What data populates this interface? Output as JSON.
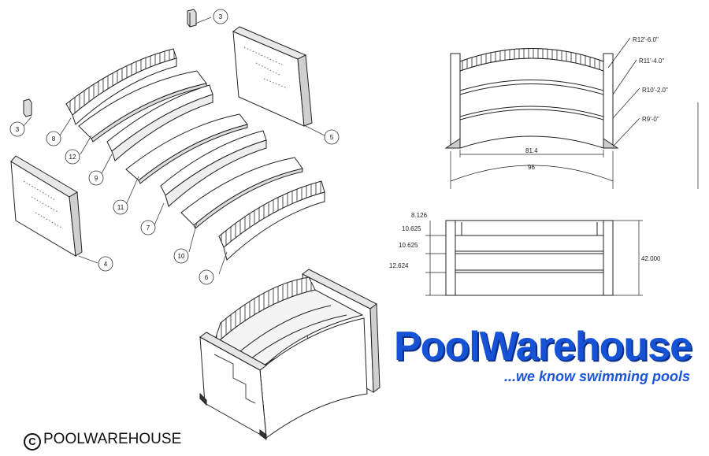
{
  "callouts": [
    "3",
    "3",
    "4",
    "5",
    "6",
    "7",
    "8",
    "9",
    "10",
    "11",
    "12"
  ],
  "front_view": {
    "radii": [
      "R12'-6.0\"",
      "R11'-4.0\"",
      "R10'-2.0\"",
      "R9'-0\""
    ],
    "width_inner": "81.4",
    "width_outer": "96"
  },
  "side_view": {
    "heights": [
      "8.126",
      "10.625",
      "10.625",
      "12.624"
    ],
    "total_height": "42.000"
  },
  "logo": {
    "name": "PoolWarehouse",
    "tagline": "...we know swimming pools",
    "primary_color": "#1552d6"
  },
  "copyright": {
    "symbol": "C",
    "text": "POOLWAREHOUSE"
  }
}
